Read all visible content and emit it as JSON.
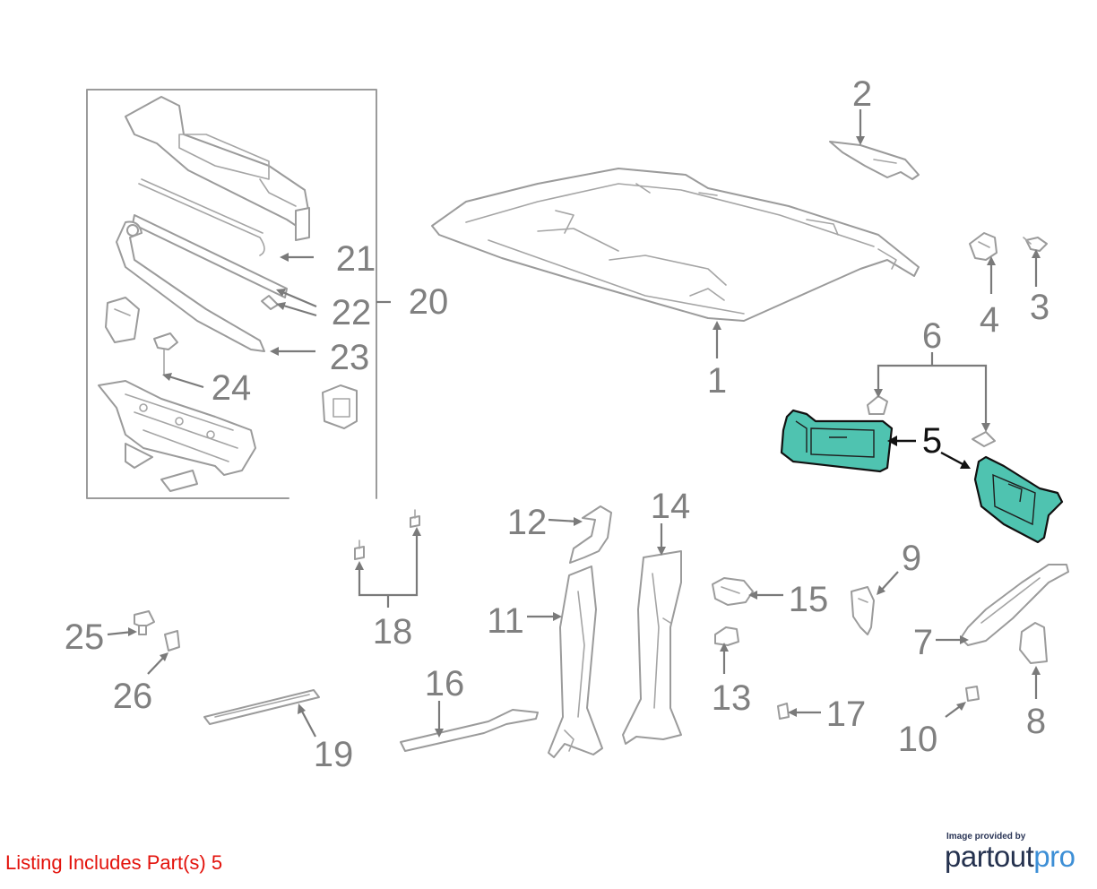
{
  "diagram": {
    "callouts": [
      "1",
      "2",
      "3",
      "4",
      "5",
      "6",
      "7",
      "8",
      "9",
      "10",
      "11",
      "12",
      "13",
      "14",
      "15",
      "16",
      "17",
      "18",
      "19",
      "20",
      "21",
      "22",
      "23",
      "24",
      "25",
      "26"
    ],
    "highlighted_part": "5",
    "highlight_color": "#4fc3b0",
    "callout_color": "#808080"
  },
  "footer": {
    "listing_note": "Listing Includes Part(s) 5",
    "listing_note_color": "#e3120b",
    "credit_small": "Image provided by",
    "credit_brand_a": "partout",
    "credit_brand_b": "pro"
  }
}
